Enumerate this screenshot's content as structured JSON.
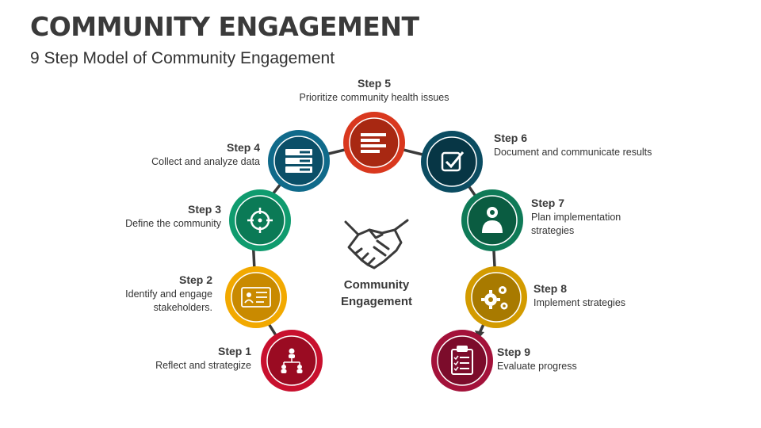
{
  "title": "COMMUNITY ENGAGEMENT",
  "subtitle": "9 Step Model of Community Engagement",
  "center": {
    "line1": "Community",
    "line2": "Engagement",
    "icon": "handshake-icon"
  },
  "steps": [
    {
      "step": "Step 1",
      "desc": "Reflect and strategize",
      "icon": "org-chart-icon",
      "color": "#c8102e"
    },
    {
      "step": "Step 2",
      "desc": "Identify and engage stakeholders.",
      "icon": "id-card-icon",
      "color": "#f2a900"
    },
    {
      "step": "Step 3",
      "desc": "Define the community",
      "icon": "target-icon",
      "color": "#0f9b6e"
    },
    {
      "step": "Step 4",
      "desc": "Collect and analyze data",
      "icon": "server-icon",
      "color": "#106a8a"
    },
    {
      "step": "Step 5",
      "desc": "Prioritize community health issues",
      "icon": "list-icon",
      "color": "#d9381e"
    },
    {
      "step": "Step 6",
      "desc": "Document and communicate results",
      "icon": "checkbox-icon",
      "color": "#0b4c61"
    },
    {
      "step": "Step 7",
      "desc": "Plan implementation strategies",
      "icon": "planner-icon",
      "color": "#0f7a57"
    },
    {
      "step": "Step 8",
      "desc": "Implement strategies",
      "icon": "gears-icon",
      "color": "#d39b00"
    },
    {
      "step": "Step 9",
      "desc": "Evaluate progress",
      "icon": "clipboard-icon",
      "color": "#a3123a"
    }
  ]
}
